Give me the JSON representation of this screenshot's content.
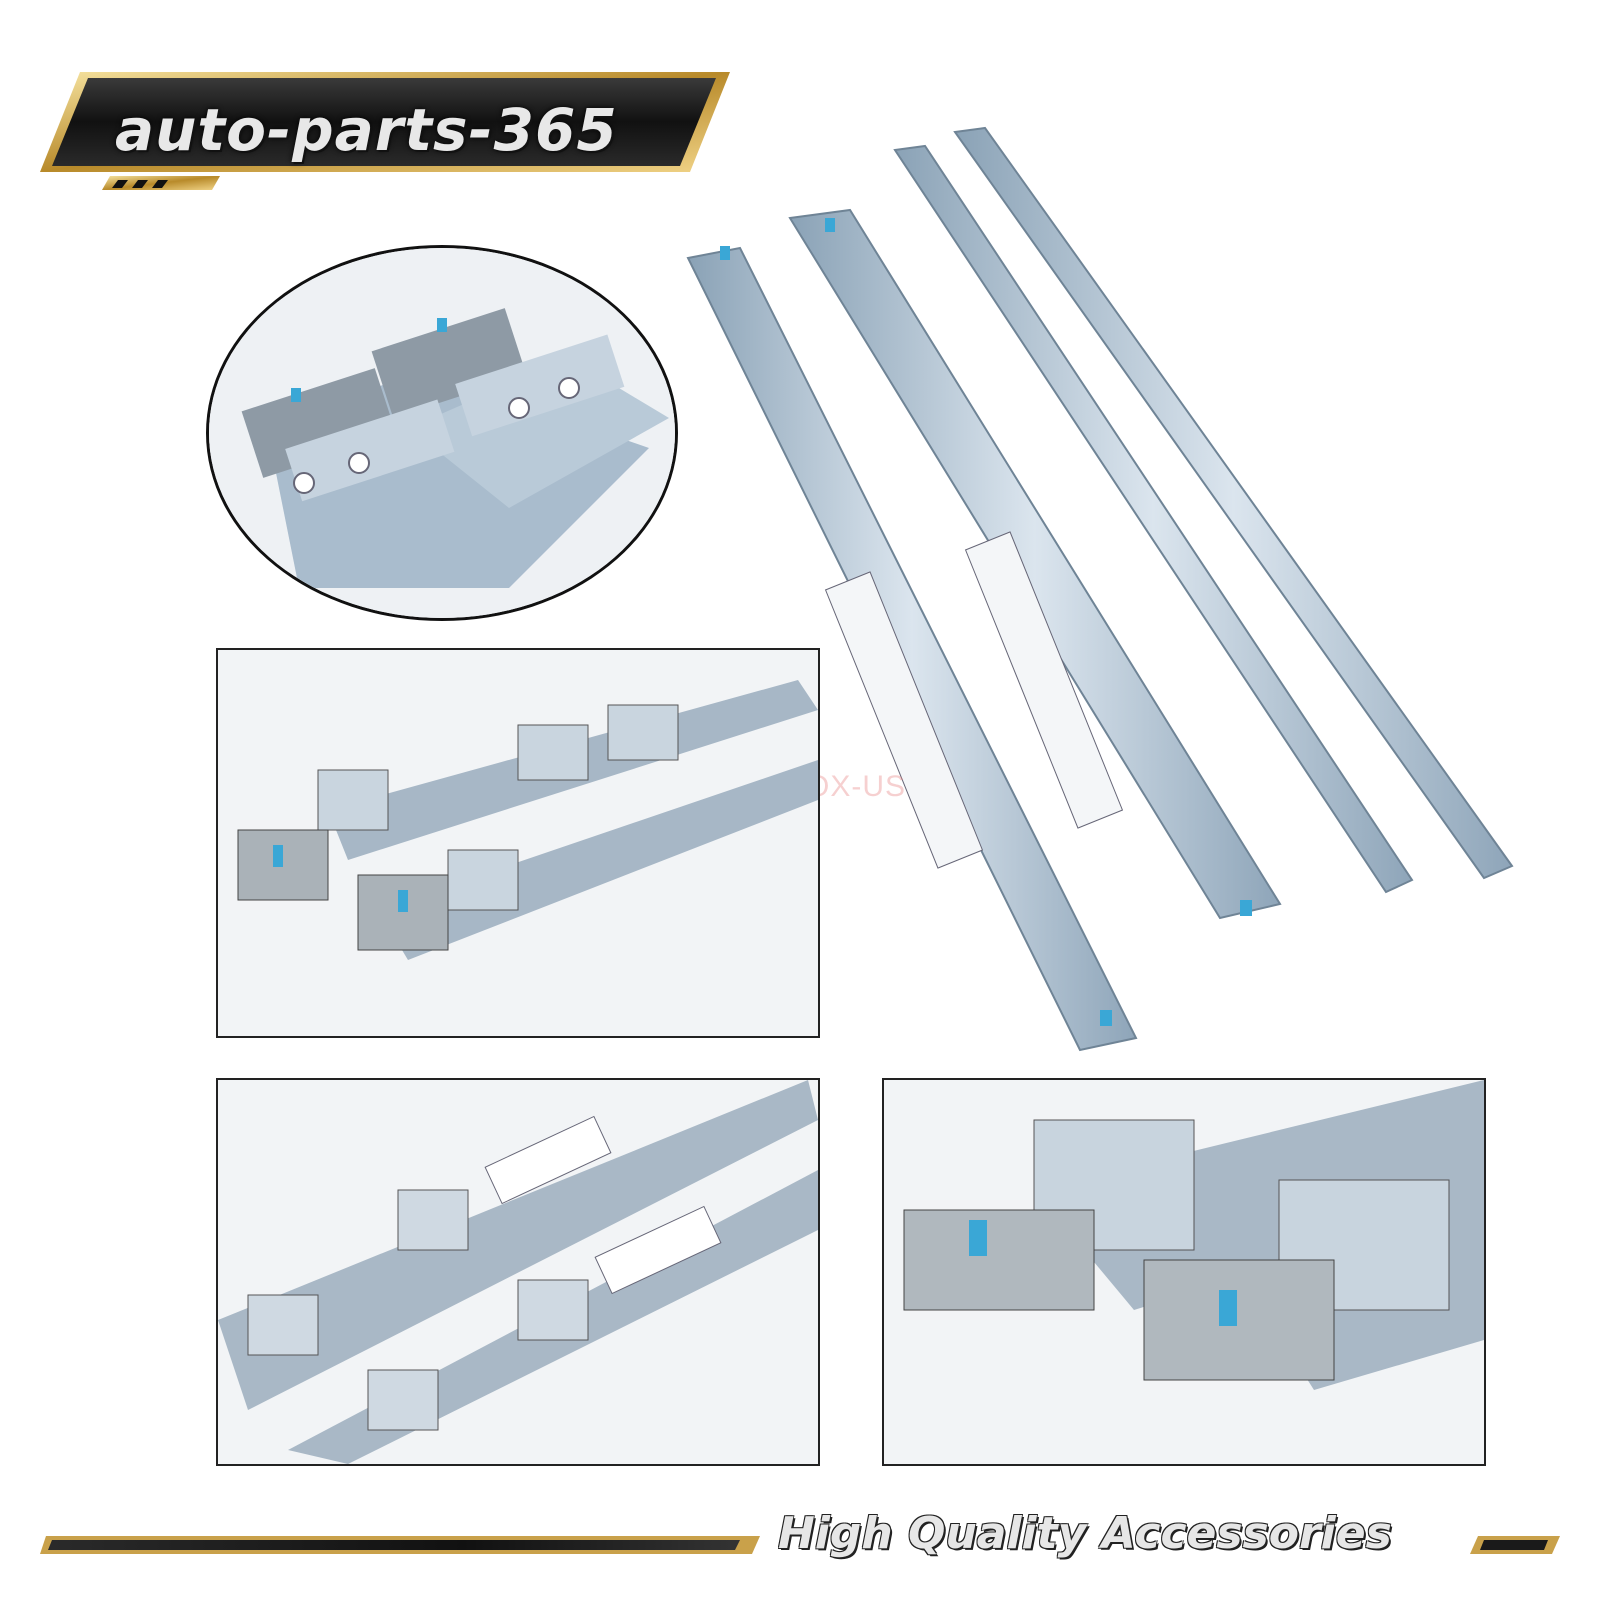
{
  "brand": {
    "logo_text": "auto-parts-365",
    "logo_colors": {
      "frame": "#c8a14a",
      "badge": "#1a1a1a"
    }
  },
  "watermark": "DIYINBOX-US",
  "tagline": "High Quality Accessories",
  "colors": {
    "rail_steel": "#9fb4c6",
    "tab_accent": "#3aa7d6",
    "accent_gold": "#c9a14a",
    "panel_border": "#222222"
  }
}
